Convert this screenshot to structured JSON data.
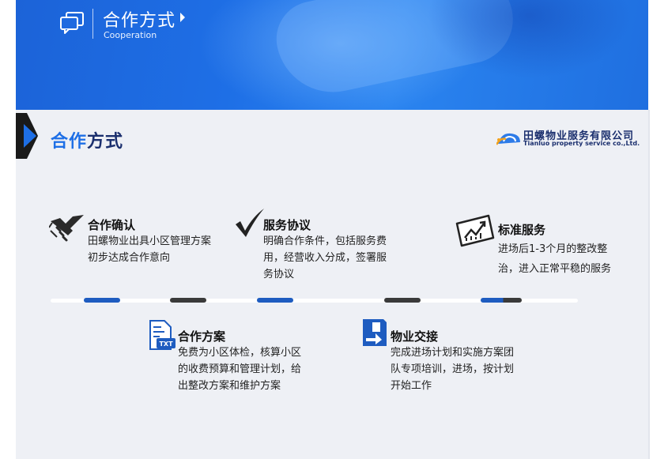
{
  "banner": {
    "title": "合作方式",
    "subtitle": "Cooperation"
  },
  "section": {
    "title_part1": "合作",
    "title_part2": "方式"
  },
  "logo": {
    "name_cn": "田螺物业服务有限公司",
    "name_en": "Tianluo property service co.,Ltd."
  },
  "colors": {
    "brand_blue": "#1e6fe6",
    "dark_navy": "#1b2f6e",
    "panel_bg": "#eef0f5",
    "timeline_blue": "#1e5cc0",
    "timeline_dark": "#3a3a3a"
  },
  "steps": [
    {
      "title": "合作确认",
      "desc": "田螺物业出具小区管理方案初步达成合作意向",
      "icon": "handshake-icon"
    },
    {
      "title": "合作方案",
      "desc": "免费为小区体检，核算小区的收费预算和管理计划，给出整改方案和维护方案",
      "icon": "txt-document-icon",
      "icon_text": "TXT"
    },
    {
      "title": "服务协议",
      "desc": "明确合作条件，包括服务费用，经营收入分成，签署服务协议",
      "icon": "checkmark-icon"
    },
    {
      "title": "物业交接",
      "desc": "完成进场计划和实施方案团队专项培训，进场，按计划开始工作",
      "icon": "handover-icon"
    },
    {
      "title": "标准服务",
      "desc": "进场后1-3个月的整改整治，进入正常平稳的服务",
      "icon": "growth-chart-icon"
    }
  ]
}
